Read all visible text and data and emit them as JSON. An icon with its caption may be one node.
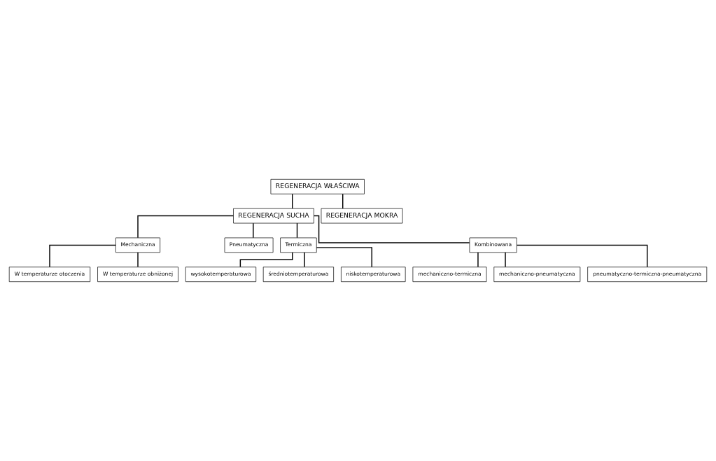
{
  "diagram": {
    "nodes": [
      {
        "text": [
          "REGENERACJA WŁAŚCIWA"
        ]
      },
      {
        "text": [
          "REGENERACJA SUCHA"
        ]
      },
      {
        "text": [
          "REGENERACJA MOKRA"
        ]
      },
      {
        "text": [
          "Mechaniczna"
        ]
      },
      {
        "text": [
          "Pneumatyczna"
        ]
      },
      {
        "text": [
          "Termiczna"
        ]
      },
      {
        "text": [
          "Kombinowana"
        ]
      },
      {
        "text": [
          "W temperaturze otoczenia"
        ]
      },
      {
        "text": [
          "W temperaturze obniżonej"
        ]
      },
      {
        "text": [
          "wysokotemperaturowa"
        ]
      },
      {
        "text": [
          "średniotemperaturowa"
        ]
      },
      {
        "text": [
          "niskotemperaturowa"
        ]
      },
      {
        "text": [
          "mechaniczno-termiczna"
        ]
      },
      {
        "text": [
          "mechaniczno-pneumatyczna"
        ]
      },
      {
        "text": [
          "pneumatyczno-termiczna-pneumatyczna"
        ]
      }
    ],
    "edges": [
      {
        "from": 0,
        "to": 1,
        "arrow": "none"
      },
      {
        "from": 0,
        "to": 2,
        "arrow": "none"
      },
      {
        "from": 1,
        "to": 3,
        "arrow": "none"
      },
      {
        "from": 1,
        "to": 4,
        "arrow": "none"
      },
      {
        "from": 1,
        "to": 5,
        "arrow": "none"
      },
      {
        "from": 1,
        "to": 6,
        "arrow": "none"
      },
      {
        "from": 3,
        "to": 7,
        "arrow": "none"
      },
      {
        "from": 3,
        "to": 8,
        "arrow": "none"
      },
      {
        "from": 5,
        "to": 9,
        "arrow": "none"
      },
      {
        "from": 5,
        "to": 10,
        "arrow": "none"
      },
      {
        "from": 5,
        "to": 11,
        "arrow": "none"
      },
      {
        "from": 6,
        "to": 12,
        "arrow": "none"
      },
      {
        "from": 6,
        "to": 13,
        "arrow": "none"
      },
      {
        "from": 6,
        "to": 14,
        "arrow": "none"
      }
    ]
  }
}
